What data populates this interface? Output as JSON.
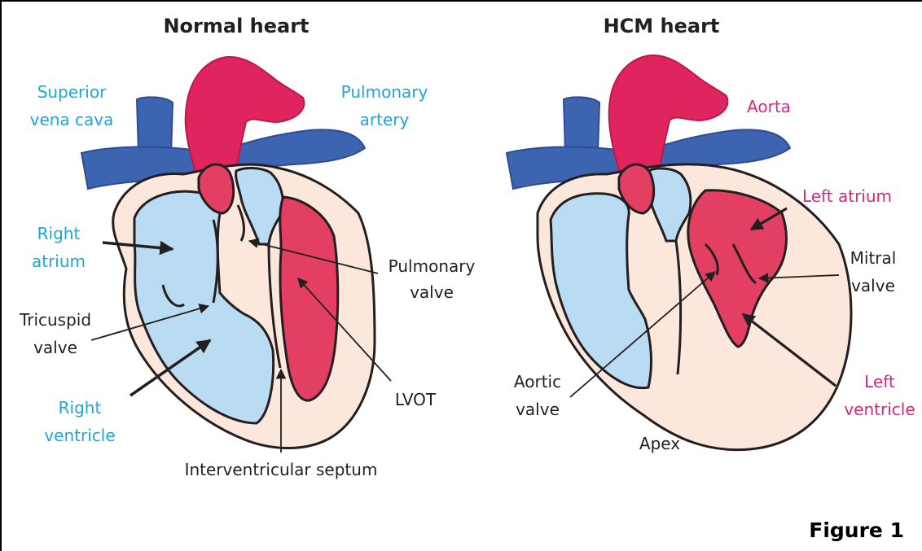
{
  "titles": {
    "normal": "Normal heart",
    "hcm": "HCM heart"
  },
  "figure_label": "Figure 1",
  "colors": {
    "blue_label": "#1aa8dc",
    "pink_label": "#d9277a",
    "oxygen_poor": "#3d64b0",
    "oxygen_rich": "#e0245e",
    "chamber_blue": "#b9dcf3",
    "chamber_red": "#e23f63",
    "muscle": "#fbe7dc"
  },
  "normal_labels": {
    "superior_vena_cava": [
      "Superior",
      "vena cava"
    ],
    "pulmonary_artery": [
      "Pulmonary",
      "artery"
    ],
    "right_atrium": [
      "Right",
      "atrium"
    ],
    "pulmonary_valve": [
      "Pulmonary",
      "valve"
    ],
    "tricuspid_valve": [
      "Tricuspid",
      "valve"
    ],
    "lvot": "LVOT",
    "right_ventricle": [
      "Right",
      "ventricle"
    ],
    "interventricular_septum": "Interventricular septum"
  },
  "hcm_labels": {
    "aorta": "Aorta",
    "left_atrium": "Left atrium",
    "mitral_valve": [
      "Mitral",
      "valve"
    ],
    "aortic_valve": [
      "Aortic",
      "valve"
    ],
    "left_ventricle": [
      "Left",
      "ventricle"
    ],
    "apex": "Apex"
  }
}
